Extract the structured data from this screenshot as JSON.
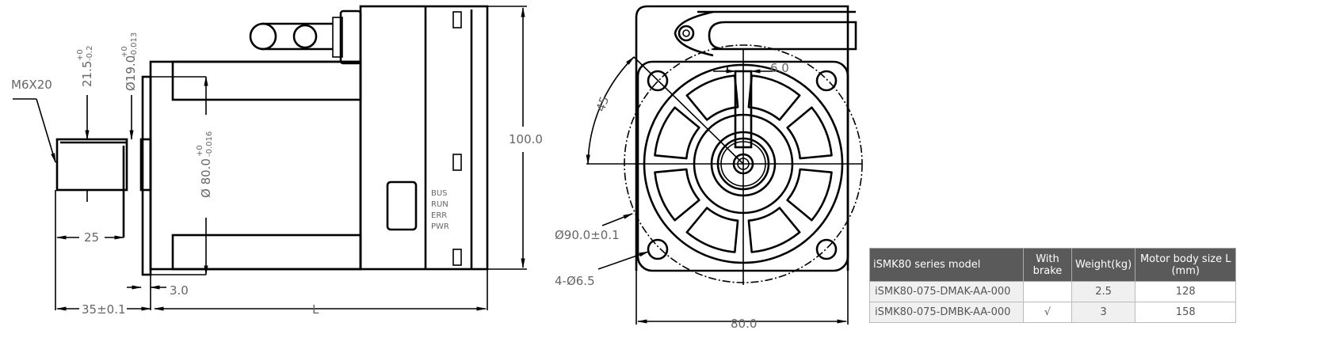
{
  "side_view": {
    "thread": "M6X20",
    "key_height": "21.5",
    "key_height_tol_upper": "+0",
    "key_height_tol_lower": "-0.2",
    "shaft_dia": "Ø19.0",
    "shaft_dia_tol_upper": "+0",
    "shaft_dia_tol_lower": "-0.013",
    "pilot_dia": "Ø 80.0",
    "pilot_dia_tol_upper": "+0",
    "pilot_dia_tol_lower": "-0.016",
    "key_length": "25",
    "flange_thickness": "3.0",
    "shaft_length": "35±0.1",
    "body_length": "L",
    "height": "100.0",
    "leds": [
      "BUS",
      "RUN",
      "ERR",
      "PWR"
    ]
  },
  "front_view": {
    "angle": "45",
    "key_width": "6.0",
    "bolt_circle": "Ø90.0±0.1",
    "holes": "4-Ø6.5",
    "flange_width": "80.0"
  },
  "table": {
    "headers": [
      "iSMK80 series  model",
      "With brake",
      "Weight(kg)",
      "Motor body size L (mm)"
    ],
    "rows": [
      [
        "iSMK80-075-DMAK-AA-000",
        "",
        "2.5",
        "128"
      ],
      [
        "iSMK80-075-DMBK-AA-000",
        "√",
        "3",
        "158"
      ]
    ]
  }
}
